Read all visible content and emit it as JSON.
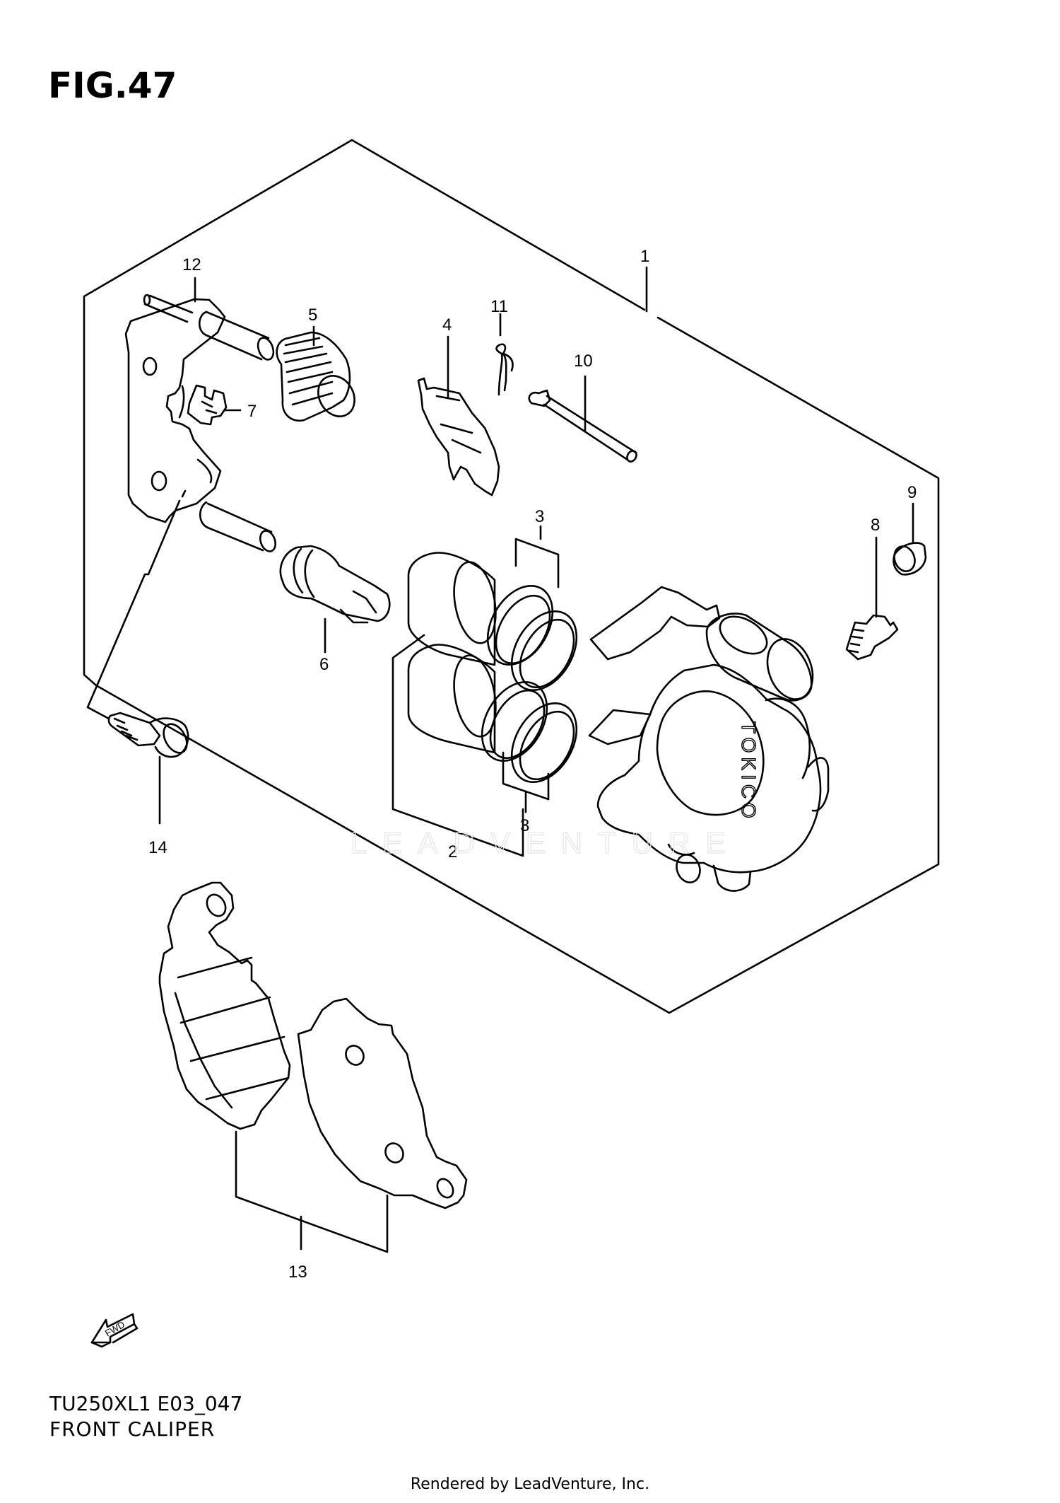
{
  "figure": {
    "title": "FIG.47",
    "model_code": "TU250XL1 E03_047",
    "caption": "FRONT CALIPER"
  },
  "callouts": {
    "p1": "1",
    "p2": "2",
    "p3a": "3",
    "p3b": "3",
    "p4": "4",
    "p5": "5",
    "p6": "6",
    "p7": "7",
    "p8": "8",
    "p9": "9",
    "p10": "10",
    "p11": "11",
    "p12": "12",
    "p13": "13",
    "p14": "14"
  },
  "caliper_brand": "TOKICO",
  "fwd_arrow_label": "FWD",
  "watermark": "LEADVENTURE",
  "credit": "Rendered by LeadVenture, Inc."
}
